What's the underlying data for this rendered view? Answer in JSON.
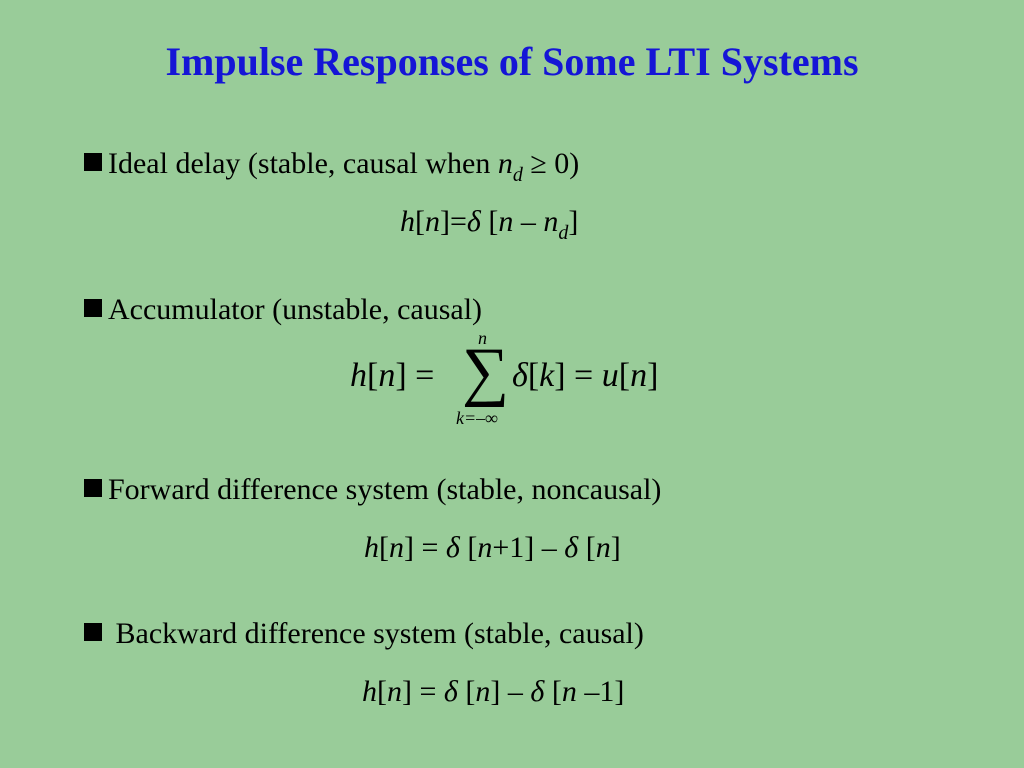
{
  "slide": {
    "title": "Impulse Responses of Some LTI Systems",
    "title_color": "#1515d6",
    "background_color": "#99cc99",
    "bullet_icon": "black-square-bullet-icon"
  },
  "items": [
    {
      "text": "Ideal delay (stable, causal when ",
      "cond_var": "n",
      "cond_sub": "d",
      "cond_rest": " ≥ 0)",
      "eq": {
        "h": "h",
        "br_open": "[",
        "n": "n",
        "br_close": "]",
        "equals": "=",
        "delta": "δ",
        "arg_open": " [",
        "arg_n": "n",
        "minus": " – ",
        "arg_nd": "n",
        "arg_sub": "d",
        "arg_close": "]"
      }
    },
    {
      "text": "Accumulator (unstable, causal)",
      "eq": {
        "lhs_h": "h",
        "lhs_open": "[",
        "lhs_n": "n",
        "lhs_close": "] =",
        "sigma": "∑",
        "upper": "n",
        "lower": "k=–∞",
        "delta": "δ",
        "k_open": "[",
        "k": "k",
        "k_close": "] =",
        "u": "u",
        "u_open": "[",
        "u_n": "n",
        "u_close": "]"
      }
    },
    {
      "text": "Forward difference system (stable, noncausal)",
      "eq": {
        "h": "h",
        "open": "[",
        "n": "n",
        "close_eq": "] = ",
        "delta1": "δ",
        "arg1_open": " [",
        "arg1_n": "n",
        "arg1_rest": "+1] – ",
        "delta2": "δ",
        "arg2_open": " [",
        "arg2_n": "n",
        "arg2_close": "]"
      }
    },
    {
      "text": " Backward difference system (stable, causal)",
      "eq": {
        "h": "h",
        "open": "[",
        "n": "n",
        "close_eq": "] = ",
        "delta1": "δ",
        "arg1_open": " [",
        "arg1_n": "n",
        "arg1_close": "] – ",
        "delta2": "δ",
        "arg2_open": " [",
        "arg2_n": "n",
        "arg2_rest": " –1]"
      }
    }
  ]
}
